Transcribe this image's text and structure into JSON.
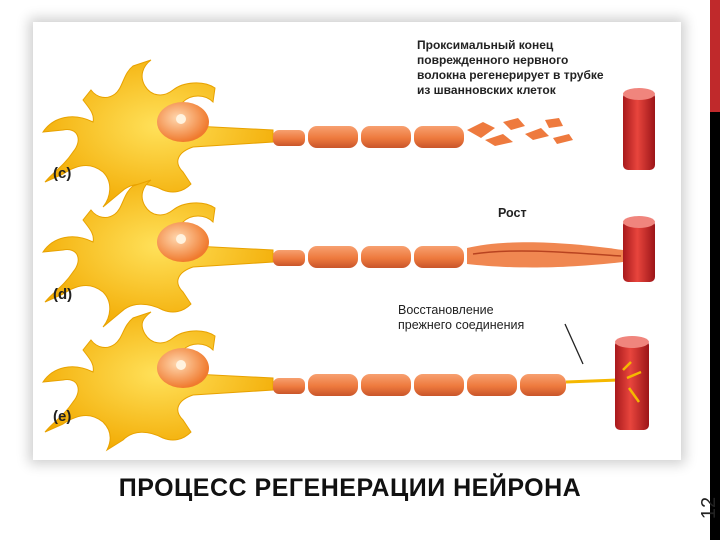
{
  "title": "ПРОЦЕСС РЕГЕНЕРАЦИИ НЕЙРОНА",
  "slide_number": "12",
  "panels": [
    {
      "label": "(c)",
      "annotation": "Проксимальный конец\nповрежденного нервного\nволокна регенерирует в трубке\nиз шванновских клеток"
    },
    {
      "label": "(d)",
      "annotation": "Рост"
    },
    {
      "label": "(e)",
      "annotation": "Восстановление\nпрежнего соединения"
    }
  ],
  "colors": {
    "neuron": "#f5b800",
    "myelin": "#ee7a3e",
    "muscle": "#d93a33",
    "accent": "#c0292b"
  }
}
